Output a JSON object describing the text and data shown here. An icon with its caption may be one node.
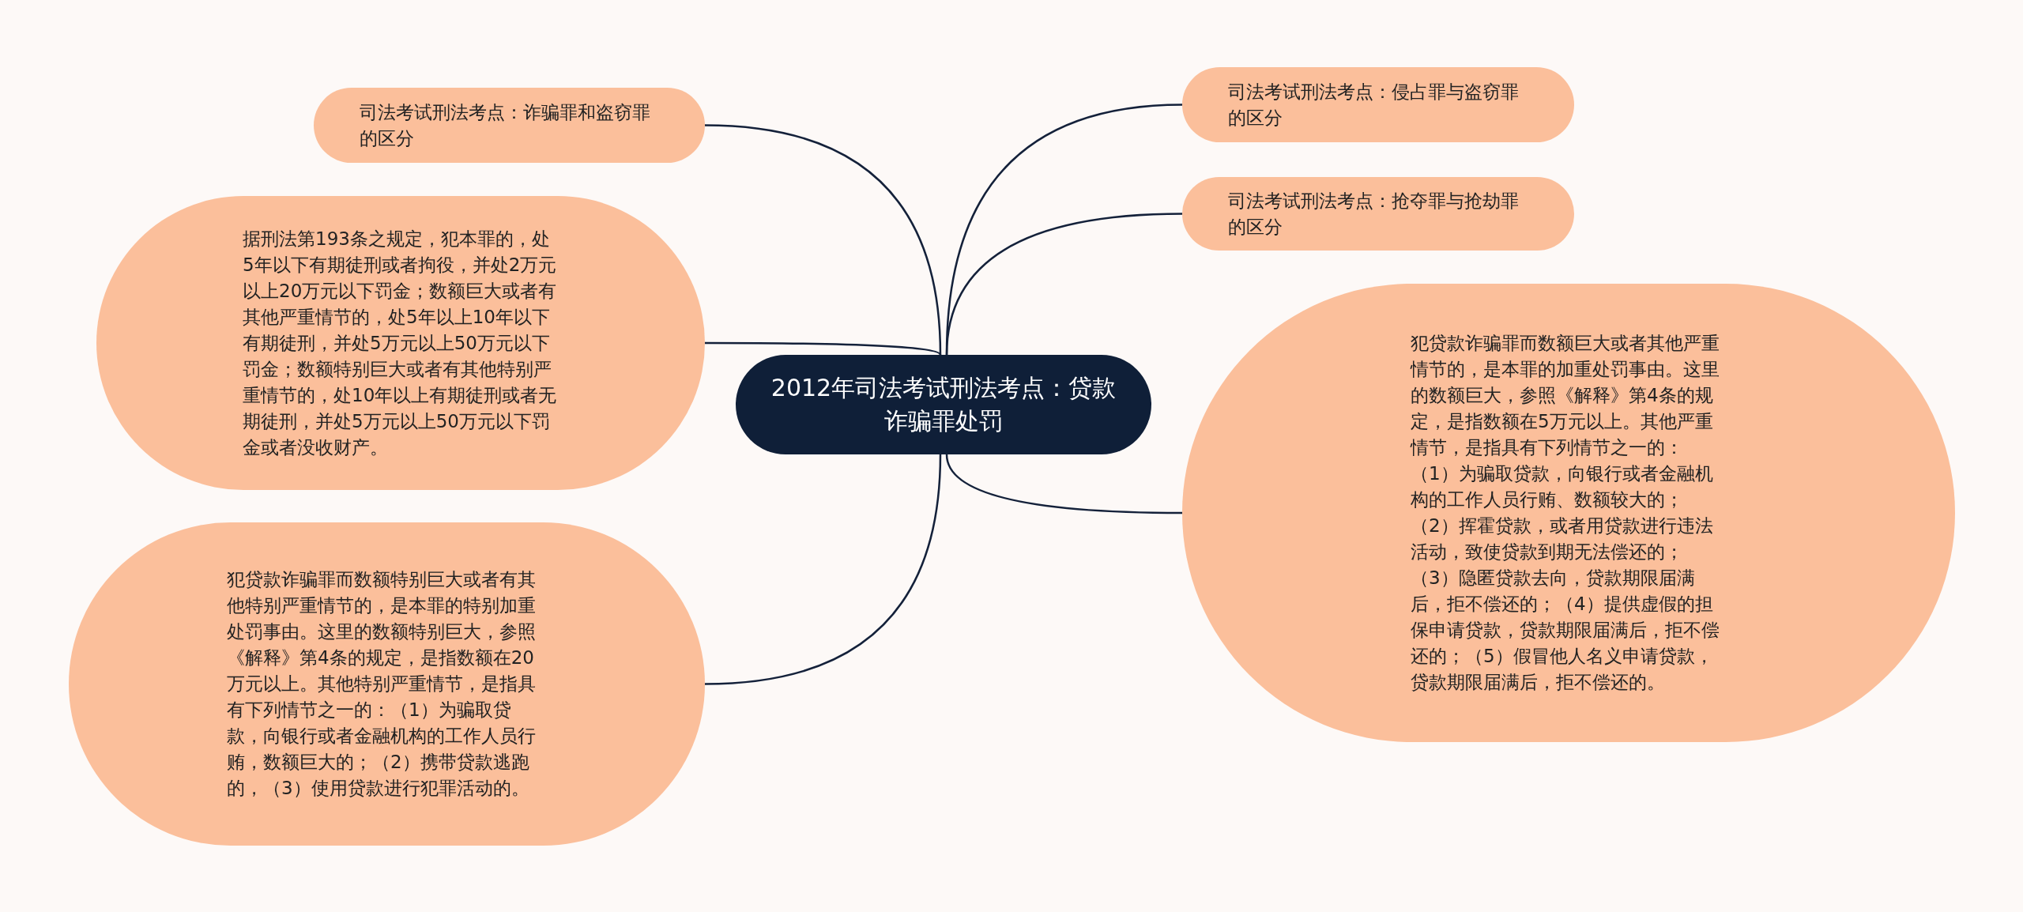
{
  "diagram": {
    "nodes": [
      {
        "text": [
          "2012年司法考试刑法考点：贷款诈骗罪处罚"
        ]
      },
      {
        "text": [
          "司法考试刑法考点：诈骗罪和盗窃罪的区分"
        ]
      },
      {
        "text": [
          "据刑法第193条之规定，犯本罪的，处5年以下有期徒刑或者拘役，并处2万元以上20万元以下罚金；数额巨大或者有其他严重情节的，处5年以上10年以下有期徒刑，并处5万元以上50万元以下罚金；数额特别巨大或者有其他特别严重情节的，处10年以上有期徒刑或者无期徒刑，并处5万元以上50万元以下罚金或者没收财产。"
        ]
      },
      {
        "text": [
          "犯贷款诈骗罪而数额特别巨大或者有其他特别严重情节的，是本罪的特别加重处罚事由。这里的数额特别巨大，参照《解释》第4条的规定，是指数额在20万元以上。其他特别严重情节，是指具有下列情节之一的：（1）为骗取贷款，向银行或者金融机构的工作人员行贿，数额巨大的；（2）携带贷款逃跑的，（3）使用贷款进行犯罪活动的。"
        ]
      },
      {
        "text": [
          "司法考试刑法考点：侵占罪与盗窃罪的区分"
        ]
      },
      {
        "text": [
          "司法考试刑法考点：抢夺罪与抢劫罪的区分"
        ]
      },
      {
        "text": [
          "犯贷款诈骗罪而数额巨大或者其他严重情节的，是本罪的加重处罚事由。这里的数额巨大，参照《解释》第4条的规定，是指数额在5万元以上。其他严重情节，是指具有下列情节之一的：（1）为骗取贷款，向银行或者金融机构的工作人员行贿、数额较大的；（2）挥霍贷款，或者用贷款进行违法活动，致使贷款到期无法偿还的；（3）隐匿贷款去向，贷款期限届满后，拒不偿还的；（4）提供虚假的担保申请贷款，贷款期限届满后，拒不偿还的；（5）假冒他人名义申请贷款，贷款期限届满后，拒不偿还的。"
        ]
      }
    ],
    "edges": [
      {
        "from": 0,
        "to": 1,
        "arrow": "none"
      },
      {
        "from": 0,
        "to": 2,
        "arrow": "none"
      },
      {
        "from": 0,
        "to": 3,
        "arrow": "none"
      },
      {
        "from": 0,
        "to": 4,
        "arrow": "none"
      },
      {
        "from": 0,
        "to": 5,
        "arrow": "none"
      },
      {
        "from": 0,
        "to": 6,
        "arrow": "none"
      }
    ]
  }
}
